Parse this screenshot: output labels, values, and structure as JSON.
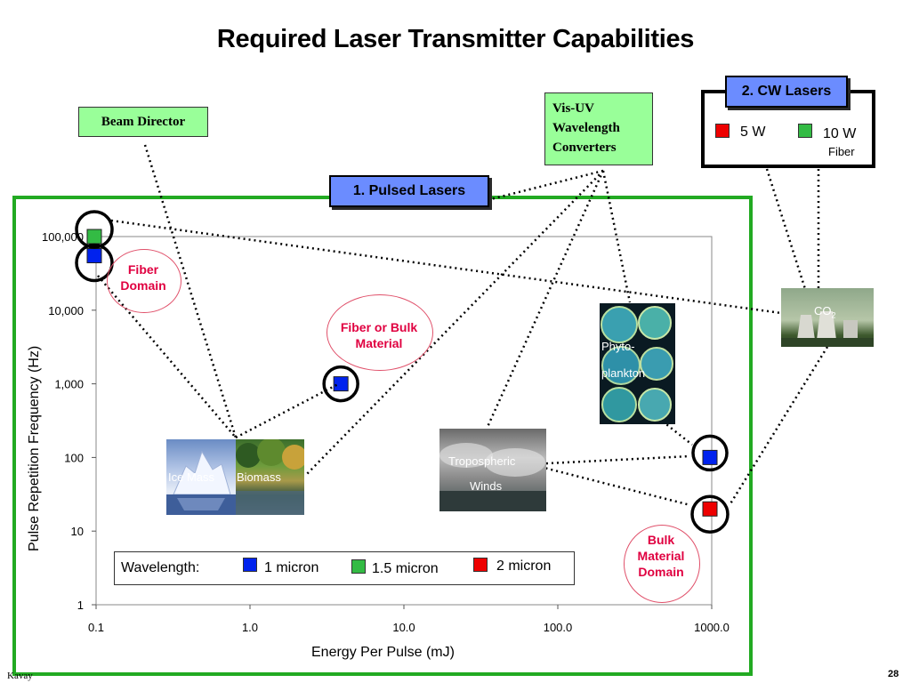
{
  "title": "Required Laser Transmitter Capabilities",
  "footer": {
    "author": "Kavay",
    "page": "28"
  },
  "callouts": {
    "beam_director": "Beam Director",
    "converters_l1": "Vis-UV",
    "converters_l2": "Wavelength",
    "converters_l3": "Converters",
    "pulsed": "1. Pulsed Lasers",
    "cw": "2. CW Lasers"
  },
  "cw_panel": {
    "item1": "5 W",
    "item2": "10 W",
    "item2_sub": "Fiber"
  },
  "domains": {
    "fiber_l1": "Fiber",
    "fiber_l2": "Domain",
    "bulk_or_fiber_l1": "Fiber or Bulk",
    "bulk_or_fiber_l2": "Material",
    "bulk_l1": "Bulk",
    "bulk_l2": "Material",
    "bulk_l3": "Domain"
  },
  "images": {
    "ice": "Ice Mass",
    "biomass": "Biomass",
    "winds_l1": "Tropospheric",
    "winds_l2": "Winds",
    "plankton_l1": "Phyto-",
    "plankton_l2": "plankton",
    "co2": "CO",
    "co2_sub": "2"
  },
  "legend": {
    "label": "Wavelength:",
    "items": [
      "1 micron",
      "1.5 micron",
      "2 micron"
    ]
  },
  "colors": {
    "blue": "#0022ee",
    "green": "#33bb44",
    "red": "#ee0000",
    "frame": "#22aa22",
    "callout_bg": "#99ff99",
    "box_blue": "#6b8cff"
  },
  "chart_data": {
    "type": "scatter",
    "xscale": "log",
    "yscale": "log",
    "xlim": [
      0.1,
      1000
    ],
    "ylim": [
      1,
      100000
    ],
    "xticks": [
      "0.1",
      "1.0",
      "10.0",
      "100.0",
      "1000.0"
    ],
    "yticks": [
      "1",
      "10",
      "100",
      "1,000",
      "10,000",
      "100,000"
    ],
    "xlabel": "Energy Per Pulse (mJ)",
    "ylabel": "Pulse Repetition Frequency (Hz)",
    "grid": false,
    "points": [
      {
        "x": 0.1,
        "y": 100000,
        "color": "green"
      },
      {
        "x": 0.1,
        "y": 55000,
        "color": "blue"
      },
      {
        "x": 4,
        "y": 1000,
        "color": "blue"
      },
      {
        "x": 1000,
        "y": 100,
        "color": "blue"
      },
      {
        "x": 1000,
        "y": 20,
        "color": "red"
      }
    ]
  }
}
